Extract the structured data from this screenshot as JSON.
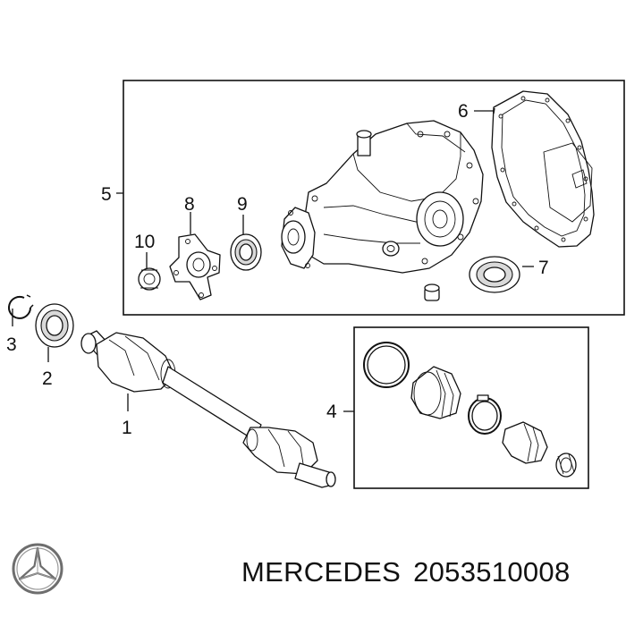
{
  "callouts": [
    "1",
    "2",
    "3",
    "4",
    "5",
    "6",
    "7",
    "8",
    "9",
    "10"
  ],
  "footer": {
    "brand": "MERCEDES",
    "part_number": "2053510008"
  },
  "logo": "mercedes-star-logo"
}
